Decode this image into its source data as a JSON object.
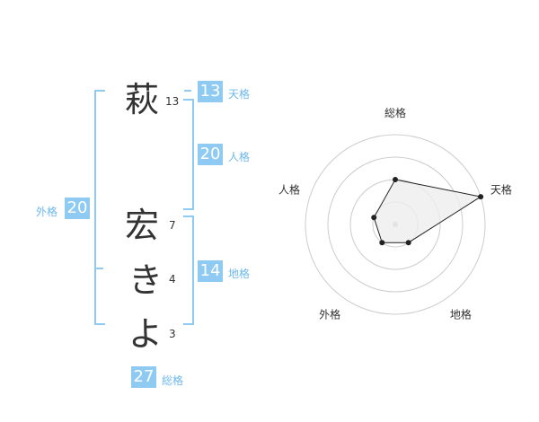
{
  "name": {
    "chars": [
      {
        "char": "萩",
        "strokes": "13"
      },
      {
        "char": "宏",
        "strokes": "7"
      },
      {
        "char": "き",
        "strokes": "4"
      },
      {
        "char": "よ",
        "strokes": "3"
      }
    ]
  },
  "kaku": {
    "ten": {
      "value": "13",
      "label": "天格"
    },
    "jin": {
      "value": "20",
      "label": "人格"
    },
    "chi": {
      "value": "14",
      "label": "地格"
    },
    "gai": {
      "value": "20",
      "label": "外格"
    },
    "sou": {
      "value": "27",
      "label": "総格"
    }
  },
  "chart_data": {
    "type": "radar",
    "axes": [
      "総格",
      "天格",
      "地格",
      "外格",
      "人格"
    ],
    "values": [
      0.5,
      1.0,
      0.25,
      0.25,
      0.25
    ],
    "colors": {
      "fill": "#eeeeee",
      "line": "#222222",
      "grid": "#cccccc",
      "accent": "#8fcaf2"
    }
  }
}
